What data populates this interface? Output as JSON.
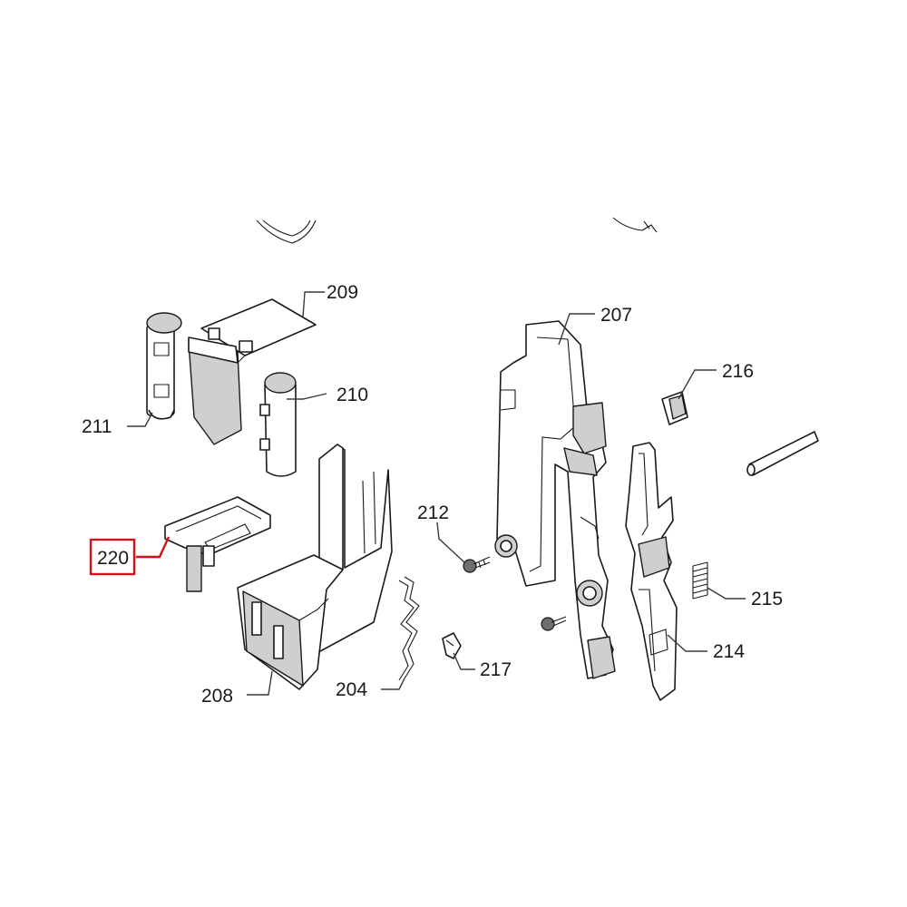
{
  "highlight_color": "#d0121b",
  "highlighted_part": "220",
  "labels": {
    "p209": "209",
    "p207": "207",
    "p216": "216",
    "p210": "210",
    "p211": "211",
    "p212": "212",
    "p220": "220",
    "p215": "215",
    "p214": "214",
    "p217": "217",
    "p208": "208",
    "p204": "204"
  }
}
